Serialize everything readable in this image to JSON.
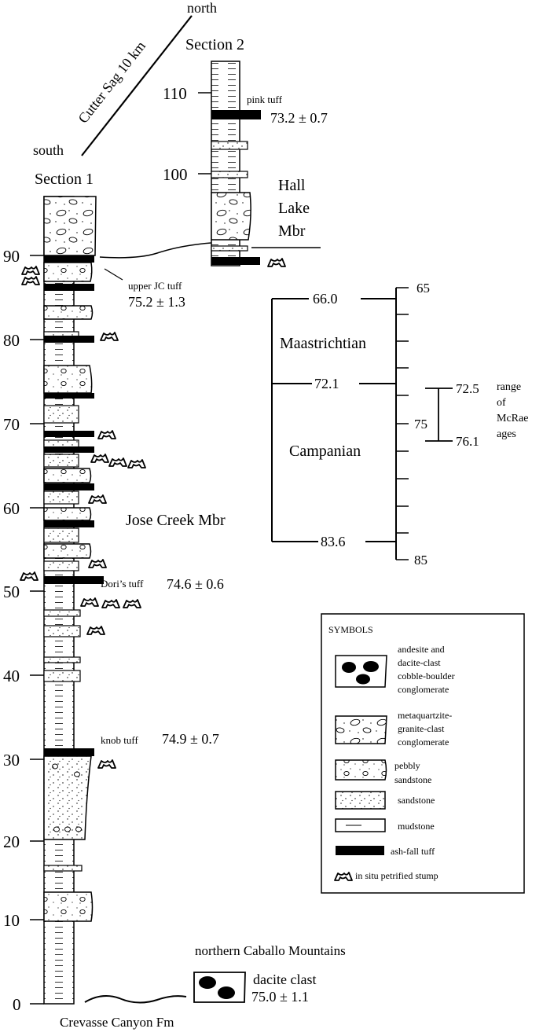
{
  "orientation": {
    "north": "north",
    "south": "south",
    "distance": "Cutter Sag 10 km"
  },
  "section1": {
    "title": "Section 1",
    "ticks": [
      "90",
      "80",
      "70",
      "60",
      "50",
      "40",
      "30",
      "20",
      "10",
      "0"
    ],
    "base_label": "Crevasse Canyon Fm",
    "member": "Jose Creek Mbr",
    "tuffs": {
      "upper_jc": {
        "name": "upper JC tuff",
        "age": "75.2 ± 1.3"
      },
      "doris": {
        "name": "Dori’s tuff",
        "age": "74.6 ± 0.6"
      },
      "knob": {
        "name": "knob tuff",
        "age": "74.9 ± 0.7"
      }
    }
  },
  "section2": {
    "title": "Section 2",
    "ticks": [
      "110",
      "100"
    ],
    "pink_tuff": {
      "name": "pink tuff",
      "age": "73.2 ± 0.7"
    },
    "member": [
      "Hall",
      "Lake",
      "Mbr"
    ]
  },
  "timescale": {
    "stages": [
      "Maastrichtian",
      "Campanian"
    ],
    "boundaries": [
      "66.0",
      "72.1",
      "83.6"
    ],
    "ticks": [
      "65",
      "75",
      "85"
    ],
    "range": {
      "upper": "72.5",
      "lower": "76.1",
      "label": [
        "range",
        "of",
        "McRae",
        "ages"
      ]
    }
  },
  "legend": {
    "title": "SYMBOLS",
    "items": [
      {
        "label": [
          "andesite and",
          "dacite-clast",
          "cobble-boulder",
          "conglomerate"
        ]
      },
      {
        "label": [
          "metaquartzite-",
          "granite-clast",
          "conglomerate"
        ]
      },
      {
        "label": [
          "pebbly",
          "sandstone"
        ]
      },
      {
        "label": [
          "sandstone"
        ]
      },
      {
        "label": [
          "mudstone"
        ]
      },
      {
        "label": [
          "ash-fall tuff"
        ]
      },
      {
        "label": [
          "in situ petrified stump"
        ]
      }
    ]
  },
  "caballo": {
    "title": "northern Caballo Mountains",
    "clast": "dacite clast",
    "age": "75.0 ± 1.1"
  }
}
